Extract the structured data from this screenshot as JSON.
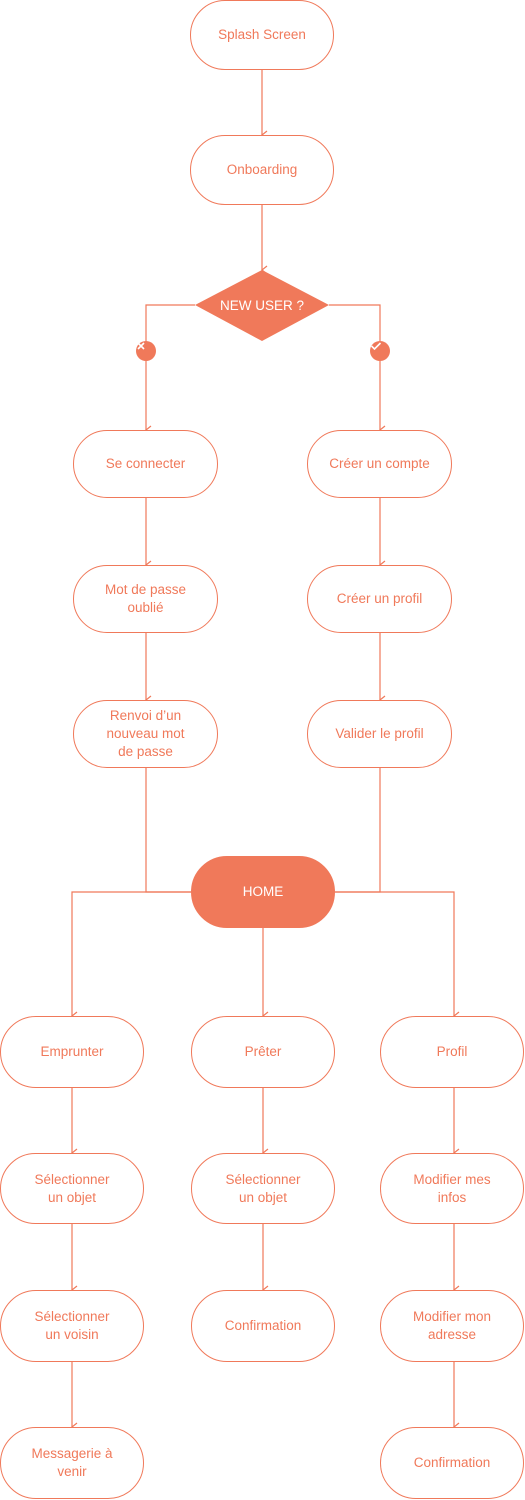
{
  "colors": {
    "accent": "#f0795a",
    "background": "#ffffff"
  },
  "nodes": {
    "splash": "Splash Screen",
    "onboarding": "Onboarding",
    "decision": "NEW USER ?",
    "login": "Se connecter",
    "forgot": "Mot de passe\noublié",
    "resend": "Renvoi d’un\nnouveau mot\nde passe",
    "create_account": "Créer un compte",
    "create_profile": "Créer un profil",
    "validate_profile": "Valider le profil",
    "home": "HOME",
    "borrow": "Emprunter",
    "borrow_select_item": "Sélectionner\nun objet",
    "borrow_select_neighbor": "Sélectionner\nun voisin",
    "messaging": "Messagerie à\nvenir",
    "lend": "Prêter",
    "lend_select_item": "Sélectionner\nun objet",
    "lend_confirm": "Confirmation",
    "profile": "Profil",
    "edit_info": "Modifier mes\ninfos",
    "edit_address": "Modifier mon\nadresse",
    "profile_confirm": "Confirmation"
  },
  "badges": {
    "no": "close-icon",
    "yes": "check-icon"
  }
}
